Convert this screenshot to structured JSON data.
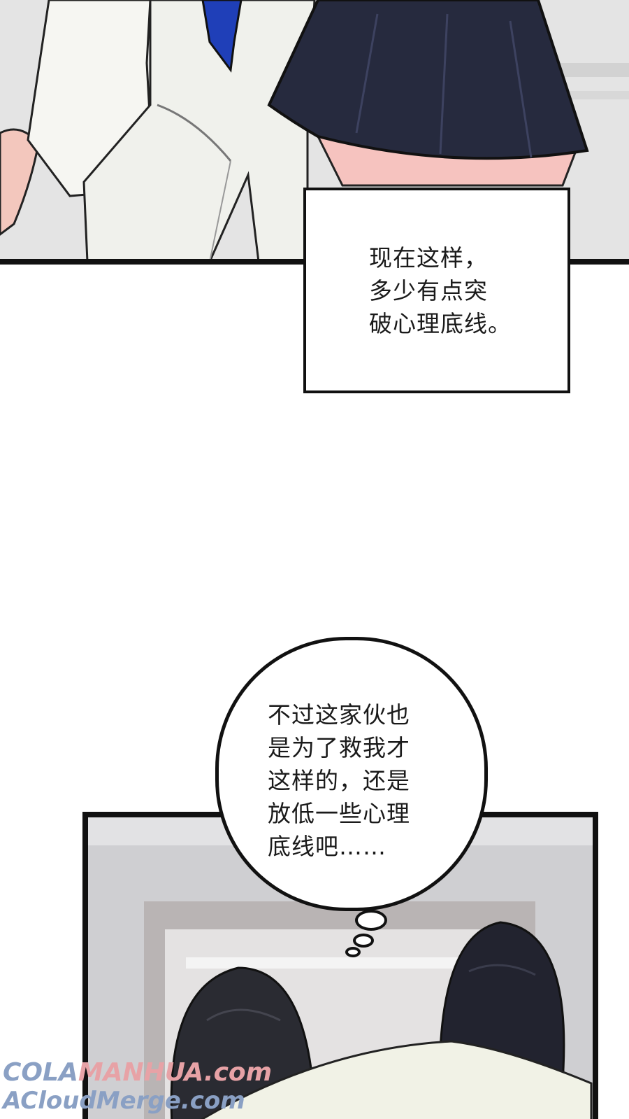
{
  "narration": {
    "lines": [
      "现在这样，",
      "多少有点突",
      "破心理底线。"
    ]
  },
  "thought": {
    "lines": [
      "不过这家伙也",
      "是为了救我才",
      "这样的，还是",
      "放低一些心理",
      "底线吧……"
    ]
  },
  "watermark": {
    "line1_a": "COLA",
    "line1_b": "MANHUA.com",
    "line2": "ACloudMerge.com"
  },
  "colors": {
    "skirt": "#262a3e",
    "tie": "#1f3fb8",
    "suit": "#f1f2ed",
    "skin": "#f6c3bf",
    "hair": "#22232f",
    "watermark_blue": "#8aa0c4",
    "watermark_pink": "#e7a2a6"
  }
}
